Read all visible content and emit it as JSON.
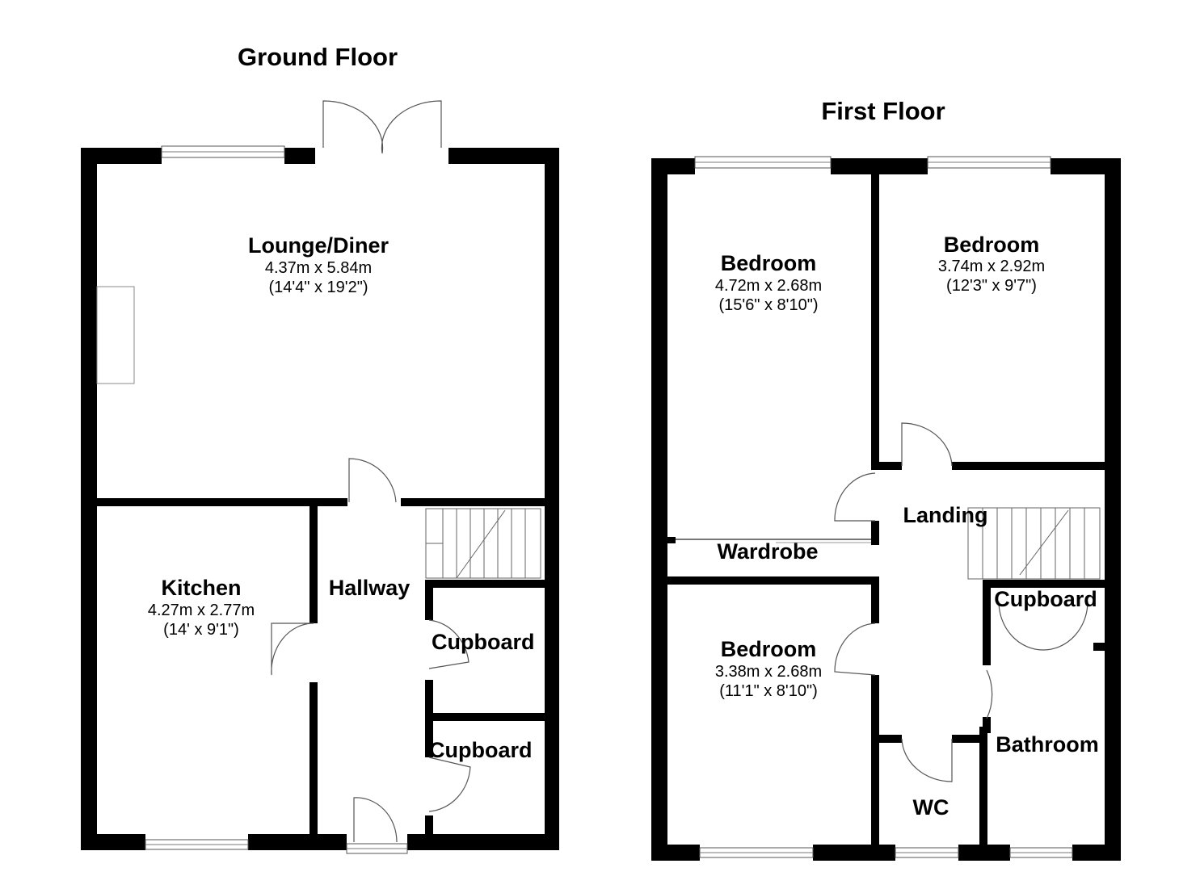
{
  "ground_floor": {
    "title": "Ground Floor",
    "rooms": {
      "lounge": {
        "name": "Lounge/Diner",
        "metric": "4.37m x 5.84m",
        "imperial": "(14'4\" x 19'2\")"
      },
      "kitchen": {
        "name": "Kitchen",
        "metric": "4.27m x 2.77m",
        "imperial": "(14' x 9'1\")"
      },
      "hallway": {
        "name": "Hallway"
      },
      "cupboard_1": {
        "name": "Cupboard"
      },
      "cupboard_2": {
        "name": "Cupboard"
      }
    }
  },
  "first_floor": {
    "title": "First Floor",
    "rooms": {
      "bedroom_1": {
        "name": "Bedroom",
        "metric": "4.72m x 2.68m",
        "imperial": "(15'6\" x 8'10\")"
      },
      "bedroom_2": {
        "name": "Bedroom",
        "metric": "3.74m x 2.92m",
        "imperial": "(12'3\" x 9'7\")"
      },
      "bedroom_3": {
        "name": "Bedroom",
        "metric": "3.38m x 2.68m",
        "imperial": "(11'1\" x 8'10\")"
      },
      "landing": {
        "name": "Landing"
      },
      "wardrobe": {
        "name": "Wardrobe"
      },
      "cupboard": {
        "name": "Cupboard"
      },
      "bathroom": {
        "name": "Bathroom"
      },
      "wc": {
        "name": "WC"
      }
    }
  }
}
